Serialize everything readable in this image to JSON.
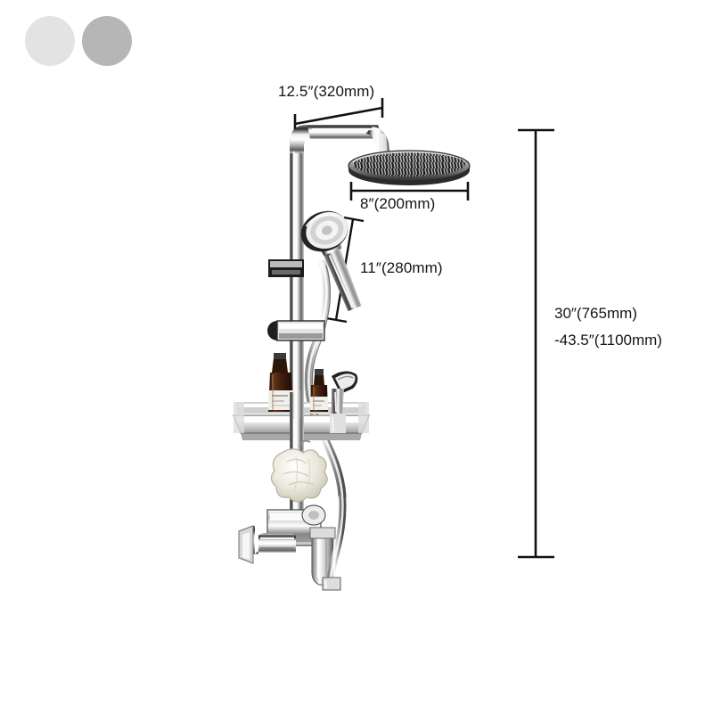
{
  "page": {
    "title": "Shower System Dimension Diagram",
    "background_color": "#ffffff",
    "line_color": "#111111"
  },
  "swatches": {
    "name": "finish-color-swatches",
    "items": [
      {
        "name": "swatch-light-chrome",
        "color": "#e3e3e3",
        "label": "Light Chrome"
      },
      {
        "name": "swatch-brushed-nickel",
        "color": "#b6b6b6",
        "label": "Brushed Nickel"
      }
    ]
  },
  "dimensions": {
    "shower_arm": {
      "name": "arm-length-dimension",
      "label": "12.5″(320mm)",
      "value_in": 12.5,
      "value_mm": 320,
      "orientation": "horizontal"
    },
    "rain_head": {
      "name": "rain-head-diameter-dimension",
      "label": "8″(200mm)",
      "value_in": 8,
      "value_mm": 200,
      "orientation": "horizontal"
    },
    "hand_shower": {
      "name": "hand-shower-travel-dimension",
      "label": "11″(280mm)",
      "value_in": 11,
      "value_mm": 280,
      "orientation": "diagonal"
    },
    "overall_height": {
      "name": "overall-height-dimension",
      "lines": [
        "30″(765mm)",
        "-43.5″(1100mm)"
      ],
      "min_in": 30,
      "min_mm": 765,
      "max_in": 43.5,
      "max_mm": 1100,
      "orientation": "vertical"
    }
  },
  "product": {
    "name": "wall-mounted-shower-system",
    "parts": [
      {
        "name": "rain-shower-head",
        "label": "Rain Shower Head"
      },
      {
        "name": "shower-arm",
        "label": "Shower Arm"
      },
      {
        "name": "riser-rail",
        "label": "Riser Rail"
      },
      {
        "name": "hand-shower",
        "label": "Hand Shower"
      },
      {
        "name": "slide-bracket",
        "label": "Slide Bracket"
      },
      {
        "name": "wall-bracket",
        "label": "Wall Bracket"
      },
      {
        "name": "storage-shelf",
        "label": "Storage Shelf"
      },
      {
        "name": "bottle-tall",
        "label": "Tall Amber Bottle"
      },
      {
        "name": "bottle-short",
        "label": "Short Amber Bottle"
      },
      {
        "name": "bidet-sprayer",
        "label": "Bidet Sprayer"
      },
      {
        "name": "loofah-sponge",
        "label": "Loofah Sponge"
      },
      {
        "name": "mixer-valve",
        "label": "Mixer Valve Body"
      },
      {
        "name": "tub-spout",
        "label": "Tub Spout"
      },
      {
        "name": "lever-handle",
        "label": "Lever Handle"
      },
      {
        "name": "shower-hose",
        "label": "Flexible Shower Hose"
      }
    ]
  }
}
